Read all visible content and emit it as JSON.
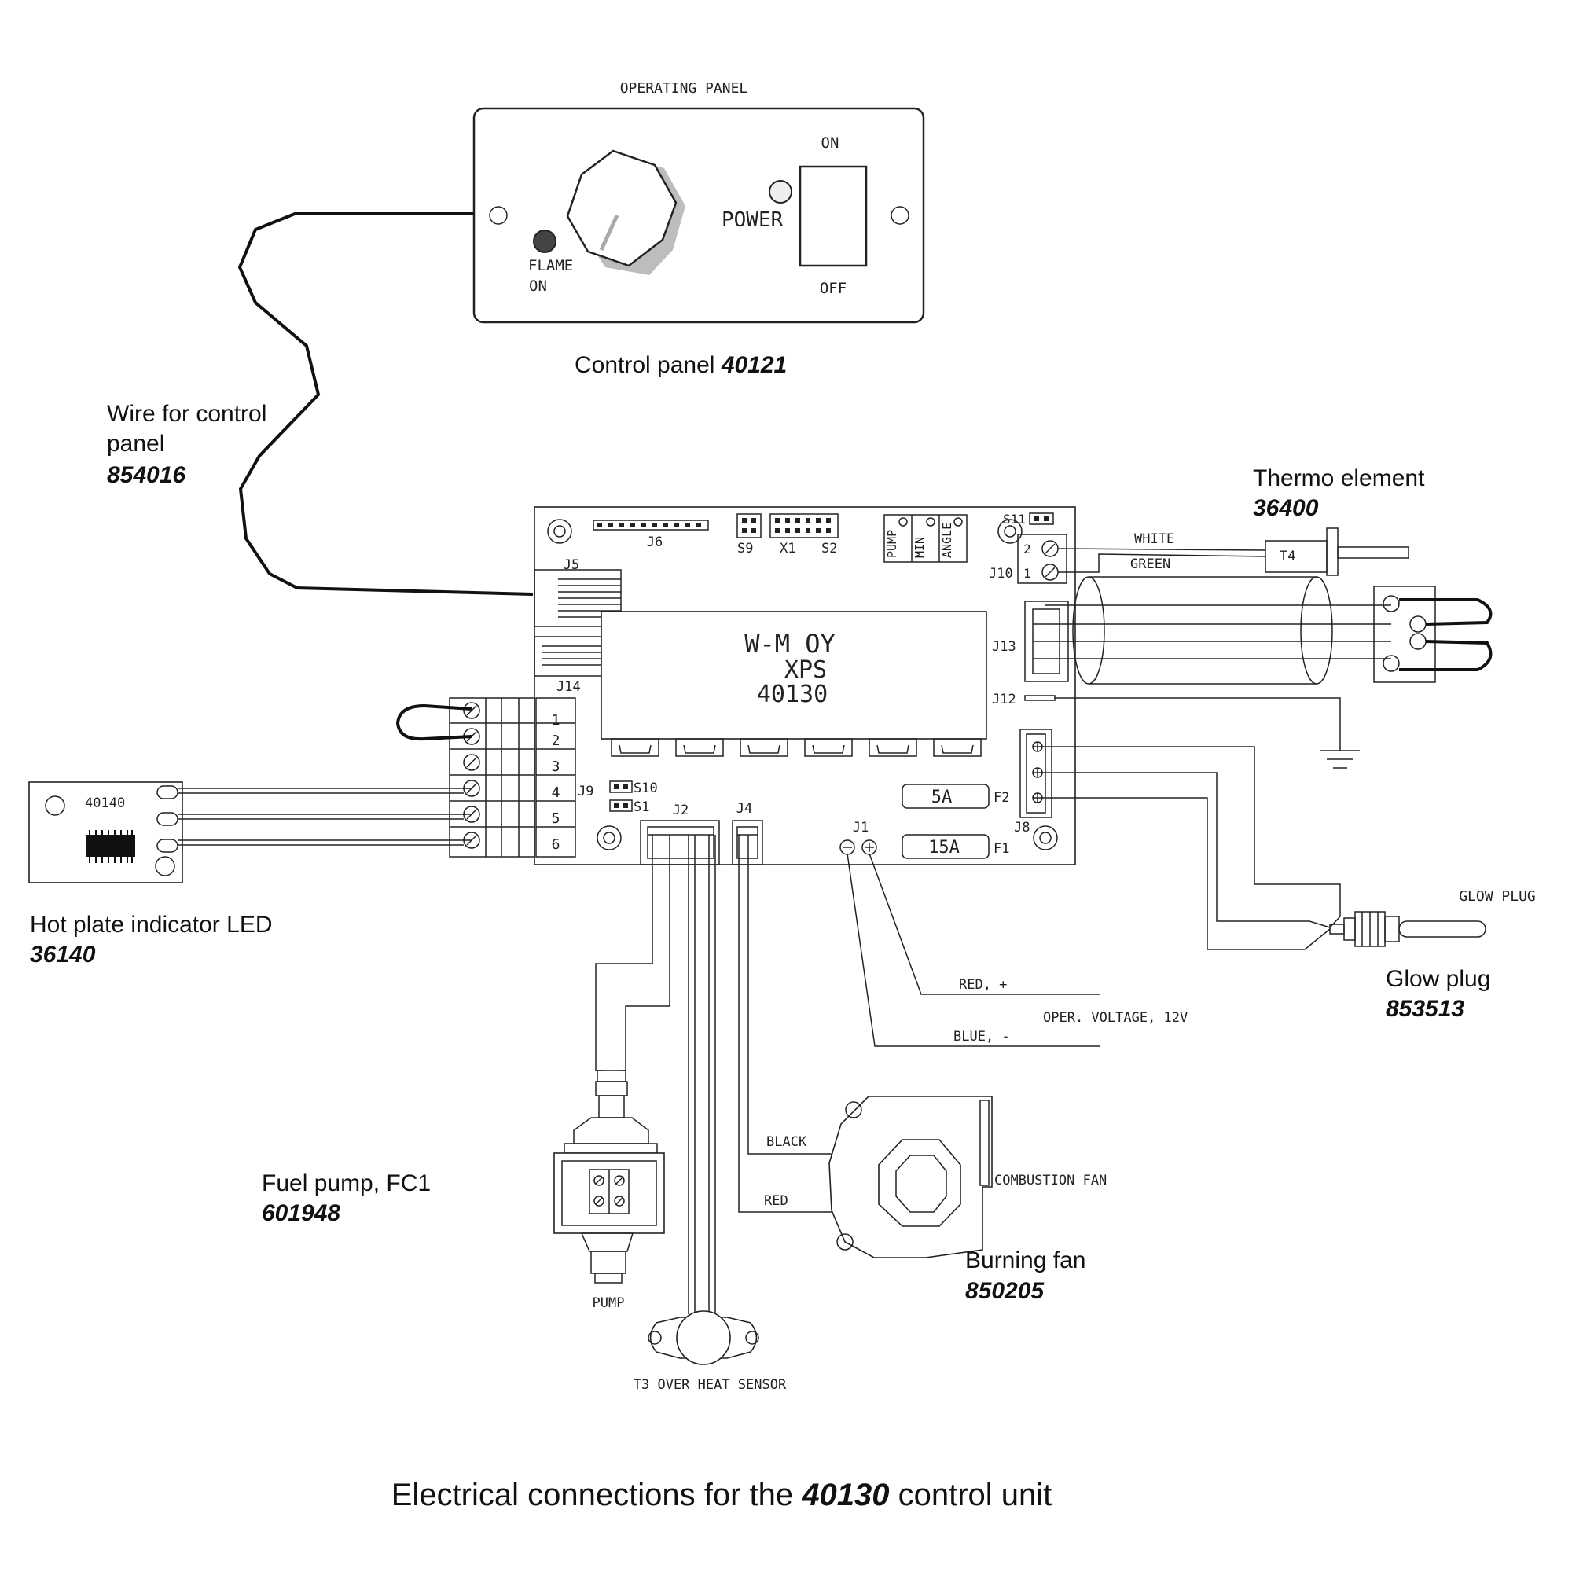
{
  "operating_panel": {
    "title": "OPERATING PANEL",
    "on_label": "ON",
    "off_label": "OFF",
    "power_label": "POWER",
    "flame_label": "FLAME",
    "flame_on_label": "ON"
  },
  "control_panel": {
    "caption": "Control panel",
    "part": "40121"
  },
  "wire": {
    "caption_line1": "Wire for control",
    "caption_line2": "panel",
    "part": "854016"
  },
  "thermo": {
    "caption": "Thermo element",
    "part": "36400",
    "white": "WHITE",
    "green": "GREEN",
    "t4": "T4"
  },
  "board": {
    "brand": "W-M OY",
    "model": "XPS",
    "number": "40130",
    "connectors": {
      "j5": "J5",
      "j6": "J6",
      "j14": "J14",
      "s9": "S9",
      "x1": "X1",
      "s2": "S2",
      "s11": "S11",
      "j10": "J10",
      "j13": "J13",
      "j12": "J12",
      "j8": "J8",
      "j9": "J9",
      "s10": "S10",
      "s1": "S1",
      "j2": "J2",
      "j4": "J4",
      "j1": "J1",
      "f1": "F1",
      "f2": "F2",
      "pin1": "1",
      "pin2": "2"
    },
    "pots": {
      "pump": "PUMP",
      "min": "MIN",
      "angle": "ANGLE"
    },
    "fuses": {
      "f2_rating": "5A",
      "f1_rating": "15A"
    },
    "terminals": [
      "1",
      "2",
      "3",
      "4",
      "5",
      "6"
    ]
  },
  "led_module": {
    "number": "40140",
    "caption": "Hot plate indicator LED",
    "part": "36140"
  },
  "power": {
    "red": "RED, +",
    "blue": "BLUE, -",
    "voltage": "OPER. VOLTAGE, 12V"
  },
  "glow_plug": {
    "label": "GLOW PLUG",
    "caption": "Glow plug",
    "part": "853513"
  },
  "fuel_pump": {
    "label": "PUMP",
    "caption": "Fuel pump, FC1",
    "part": "601948"
  },
  "sensor": {
    "label": "T3 OVER HEAT SENSOR"
  },
  "fan": {
    "black": "BLACK",
    "red": "RED",
    "label": "COMBUSTION FAN",
    "caption": "Burning fan",
    "part": "850205"
  },
  "footer": {
    "prefix": "Electrical connections for the ",
    "part": "40130",
    "suffix": " control unit"
  }
}
